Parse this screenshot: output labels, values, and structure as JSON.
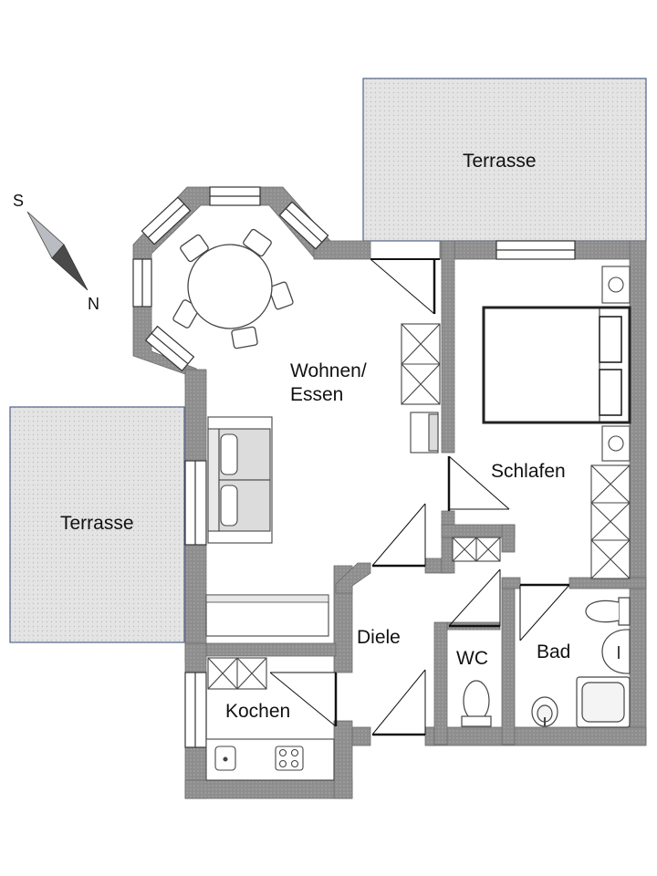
{
  "rooms": {
    "terrace_top": "Terrasse",
    "terrace_left": "Terrasse",
    "living": "Wohnen/\nEssen",
    "bedroom": "Schlafen",
    "hall": "Diele",
    "wc": "WC",
    "bath": "Bad",
    "kitchen": "Kochen"
  },
  "compass": {
    "south": "S",
    "north": "N"
  },
  "colors": {
    "wall": "#8c8c8c",
    "wall_edge": "#5e5e5e",
    "terrace": "#e4e4e4",
    "terrace_border": "#50638a",
    "fixture": "#444444"
  }
}
